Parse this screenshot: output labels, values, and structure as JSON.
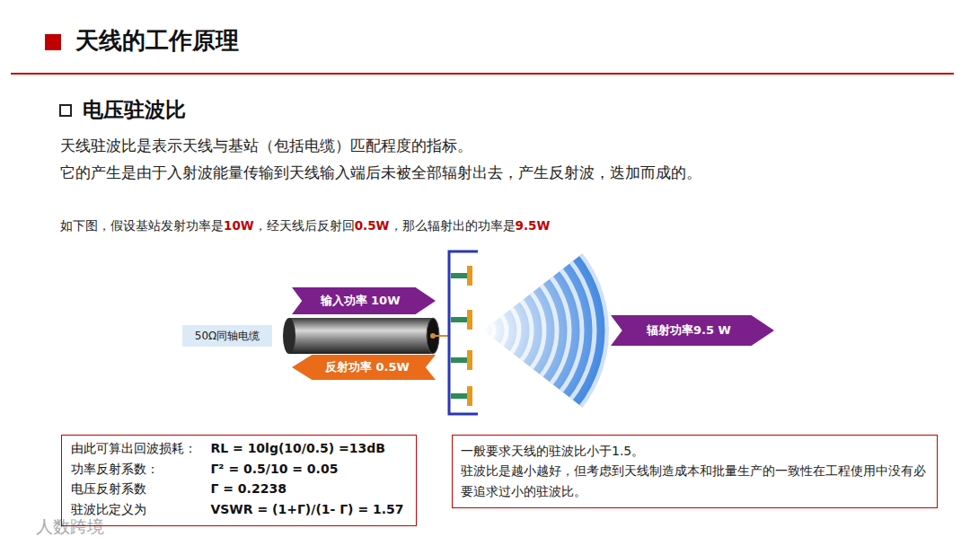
{
  "diagram": {
    "title": "天线的工作原理",
    "nodes": [
      {
        "text": [
          "输入功率 10W"
        ]
      },
      {
        "text": [
          "50Ω同轴电缆"
        ]
      },
      {
        "text": [
          "反射功率 0.5W"
        ]
      },
      {
        "text": [
          "辐射功率9.5 W"
        ]
      },
      {
        "text": [
          "由此可算出回波损耗：",
          "RL = 10lg(10/0.5) =13dB",
          "功率反射系数：",
          "Γ² = 0.5/10 = 0.05",
          "电压反射系数",
          "Γ = 0.2238",
          "驻波比定义为",
          "VSWR = (1+Γ)/(1- Γ) = 1.57"
        ]
      },
      {
        "text": [
          "一般要求天线的驻波比小于1.5。",
          "驻波比是越小越好，但考虑到天线制造成本和批量生产的一致性在工程使用中没有必要追求过小的驻波比。"
        ]
      }
    ],
    "labels": [
      "电压驻波比",
      "天线驻波比是表示天线与基站（包括电缆）匹配程度的指标。",
      "它的产生是由于入射波能量传输到天线输入端后未被全部辐射出去，产生反射波，迭加而成的。",
      "如下图，假设基站发射功率是",
      "10W",
      "，经天线后反射回",
      "0.5W",
      "，那么辐射出的功率是",
      "9.5W",
      "人数跨境"
    ]
  }
}
